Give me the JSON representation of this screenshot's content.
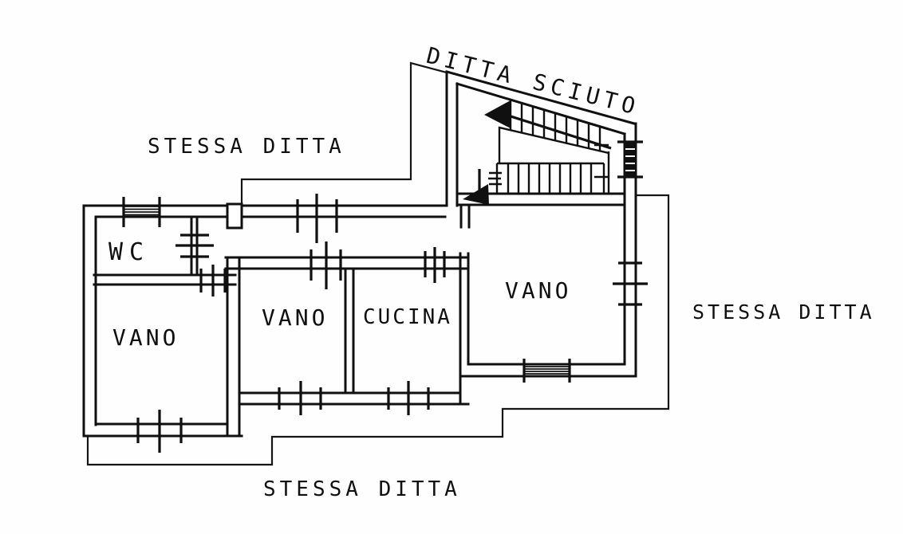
{
  "plan": {
    "type": "floor-plan",
    "stairwell_owner_label": "DITTA SCIUTO",
    "neighbors": {
      "top": "STESSA DITTA",
      "right": "STESSA DITTA",
      "bottom": "STESSA DITTA"
    },
    "rooms": {
      "wc": "WC",
      "vano_left": "VANO",
      "vano_center": "VANO",
      "kitchen": "CUCINA",
      "vano_right": "VANO"
    },
    "colors": {
      "ink": "#101010",
      "paper": "#ffffff"
    }
  }
}
